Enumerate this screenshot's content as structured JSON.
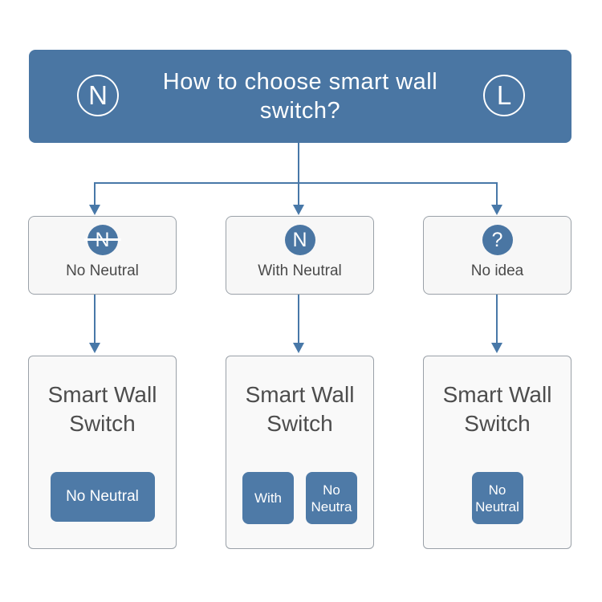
{
  "colors": {
    "accent_blue": "#4a76a3",
    "badge_blue": "#4e7aa7",
    "arrow_blue": "#4878a8",
    "box_bg": "#f7f7f7",
    "box_border": "#9aa1a8",
    "text_dark": "#4d4d4d",
    "text_white": "#ffffff"
  },
  "header": {
    "title": "How to choose smart wall switch?",
    "left_icon": {
      "letter": "N"
    },
    "right_icon": {
      "letter": "L"
    }
  },
  "branches": [
    {
      "icon": {
        "letter": "N",
        "strike": true
      },
      "label": "No Neutral",
      "result": {
        "title": "Smart Wall Switch",
        "badges": [
          {
            "lines": [
              "No Neutral"
            ]
          }
        ]
      }
    },
    {
      "icon": {
        "letter": "N",
        "strike": false
      },
      "label": "With Neutral",
      "result": {
        "title": "Smart Wall Switch",
        "badges": [
          {
            "lines": [
              "With"
            ]
          },
          {
            "lines": [
              "No",
              "Neutra"
            ]
          }
        ]
      }
    },
    {
      "icon": {
        "letter": "?",
        "strike": false
      },
      "label": "No idea",
      "result": {
        "title": "Smart Wall Switch",
        "badges": [
          {
            "lines": [
              "No",
              "Neutral"
            ]
          }
        ]
      }
    }
  ]
}
